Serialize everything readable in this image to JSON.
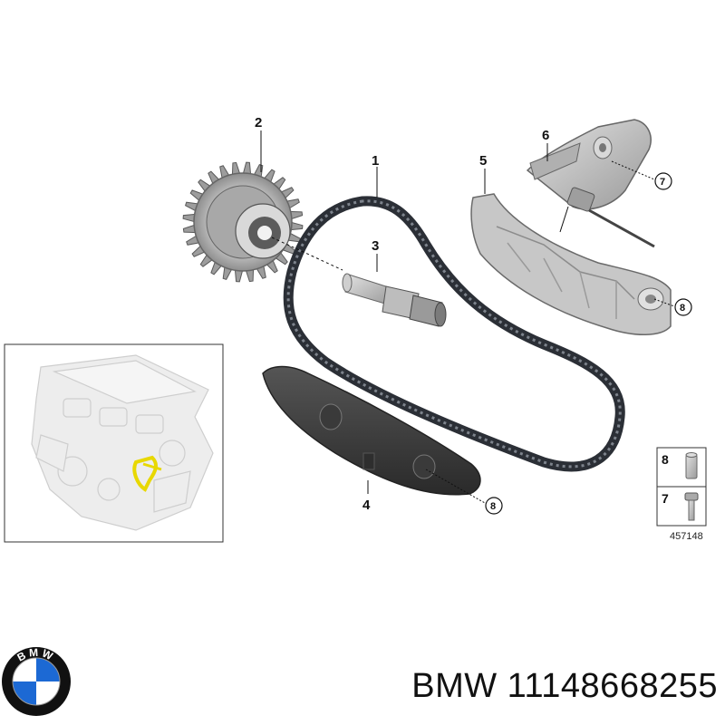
{
  "callouts": {
    "c1": "1",
    "c2": "2",
    "c3": "3",
    "c4": "4",
    "c5": "5",
    "c6": "6",
    "r7": "7",
    "r8a": "8",
    "r8b": "8"
  },
  "legend": {
    "item_top": "8",
    "item_bottom": "7",
    "ref_code": "457148"
  },
  "caption": {
    "brand": "BMW",
    "part_number": "11148668255"
  },
  "logo": {
    "letters": "BMW",
    "colors": {
      "blue": "#1c69d4",
      "white": "#ffffff",
      "ring": "#111111"
    }
  },
  "colors": {
    "part_gray": "#b9b9b9",
    "part_dark": "#6d6d6d",
    "chain": "#2b2f36",
    "highlight": "#e8d800"
  }
}
